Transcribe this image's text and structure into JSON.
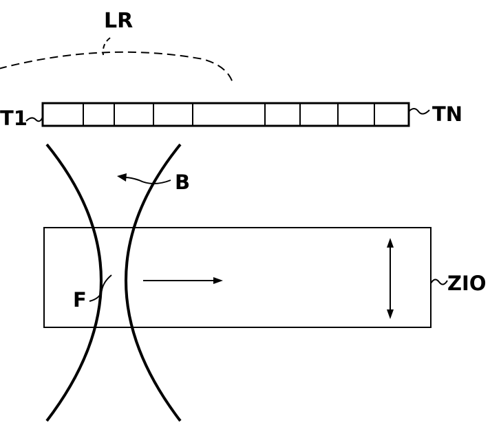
{
  "diagram": {
    "labels": {
      "array": "LR",
      "first_element": "T1",
      "last_element": "TN",
      "beam": "B",
      "focus": "F",
      "zone": "ZIO"
    },
    "array_segments": 9,
    "colors": {
      "line": "#000000",
      "background": "#ffffff"
    }
  }
}
